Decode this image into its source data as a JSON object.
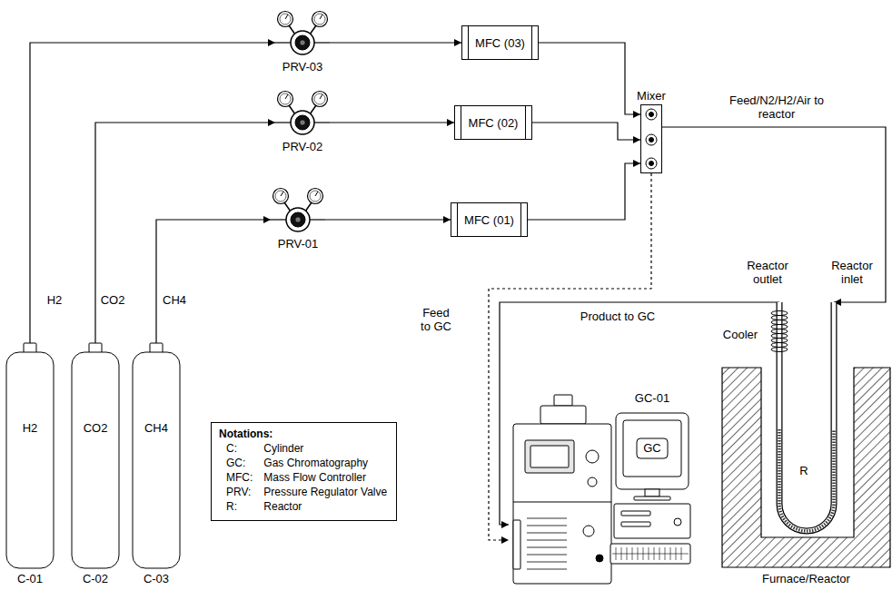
{
  "diagram": {
    "nodes": [
      {
        "text": [
          "PRV-03"
        ]
      },
      {
        "text": [
          "MFC (03)"
        ]
      },
      {
        "text": [
          "Mixer"
        ]
      },
      {
        "text": [
          "PRV-02"
        ]
      },
      {
        "text": [
          "MFC (02)"
        ]
      },
      {
        "text": [
          "PRV-01"
        ]
      },
      {
        "text": [
          "MFC (01)"
        ]
      },
      {
        "text": [
          "H2",
          "C-01"
        ]
      },
      {
        "text": [
          "CO2",
          "C-02"
        ]
      },
      {
        "text": [
          "CH4",
          "C-03"
        ]
      },
      {
        "text": [
          "Notations:",
          "C:",
          "Cylinder",
          "GC:",
          "Gas Chromatography",
          "MFC:",
          "Mass Flow Controller",
          "PRV:",
          "Pressure Regulator Valve",
          "R:",
          "Reactor"
        ]
      },
      {
        "text": [
          "GC-01",
          "GC"
        ]
      },
      {
        "text": [
          "R",
          "Furnace/Reactor"
        ]
      }
    ],
    "edges": [
      {
        "from": 7,
        "to": 0,
        "arrow": "to",
        "label": "H2"
      },
      {
        "from": 8,
        "to": 3,
        "arrow": "to",
        "label": "CO2"
      },
      {
        "from": 9,
        "to": 5,
        "arrow": "to",
        "label": "CH4"
      },
      {
        "from": 0,
        "to": 1,
        "arrow": "to"
      },
      {
        "from": 3,
        "to": 4,
        "arrow": "to"
      },
      {
        "from": 5,
        "to": 6,
        "arrow": "to"
      },
      {
        "from": 1,
        "to": 2,
        "arrow": "to"
      },
      {
        "from": 4,
        "to": 2,
        "arrow": "to"
      },
      {
        "from": 6,
        "to": 2,
        "arrow": "to"
      },
      {
        "from": 2,
        "to": 12,
        "arrow": "to",
        "label": "Feed/N2/H2/Air to reactor"
      },
      {
        "from": 2,
        "to": 11,
        "arrow": "to",
        "label": "Feed to GC"
      },
      {
        "from": 12,
        "to": 11,
        "arrow": "to",
        "label": "Product to GC"
      }
    ],
    "labels": [
      "Reactor outlet",
      "Reactor inlet",
      "Cooler"
    ]
  }
}
